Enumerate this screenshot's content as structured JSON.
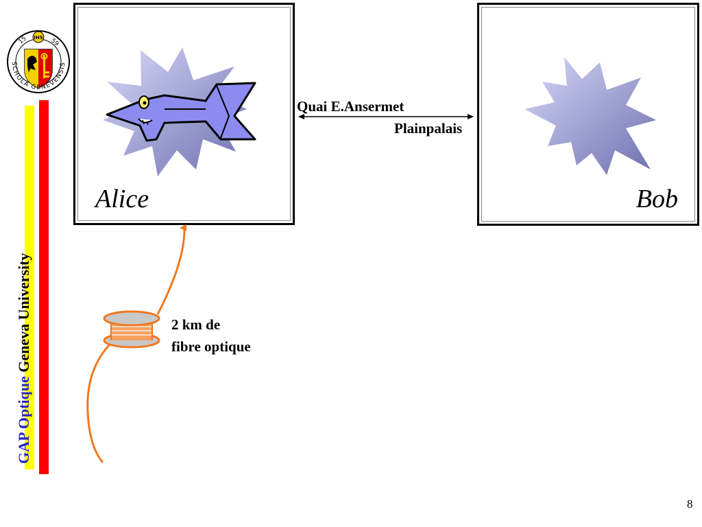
{
  "sidebar": {
    "seal_text": "SCHOLA GENEVENSIS",
    "seal_years_left": "15",
    "seal_years_right": "59",
    "seal_letters": "IHS",
    "group_name": "GAP Optique",
    "university": "Geneva University",
    "colors": {
      "group": "#2626c8",
      "bar_yellow": "#ffff00",
      "bar_red": "#ff0000"
    }
  },
  "diagram": {
    "alice": {
      "name": "Alice"
    },
    "bob": {
      "name": "Bob"
    },
    "link": {
      "from": "Quai E.Ansermet",
      "to": "Plainpalais"
    },
    "fibre": {
      "line1": "2 km de",
      "line2": "fibre optique",
      "color": "#f07820"
    }
  },
  "footer": {
    "page_number": "8"
  }
}
